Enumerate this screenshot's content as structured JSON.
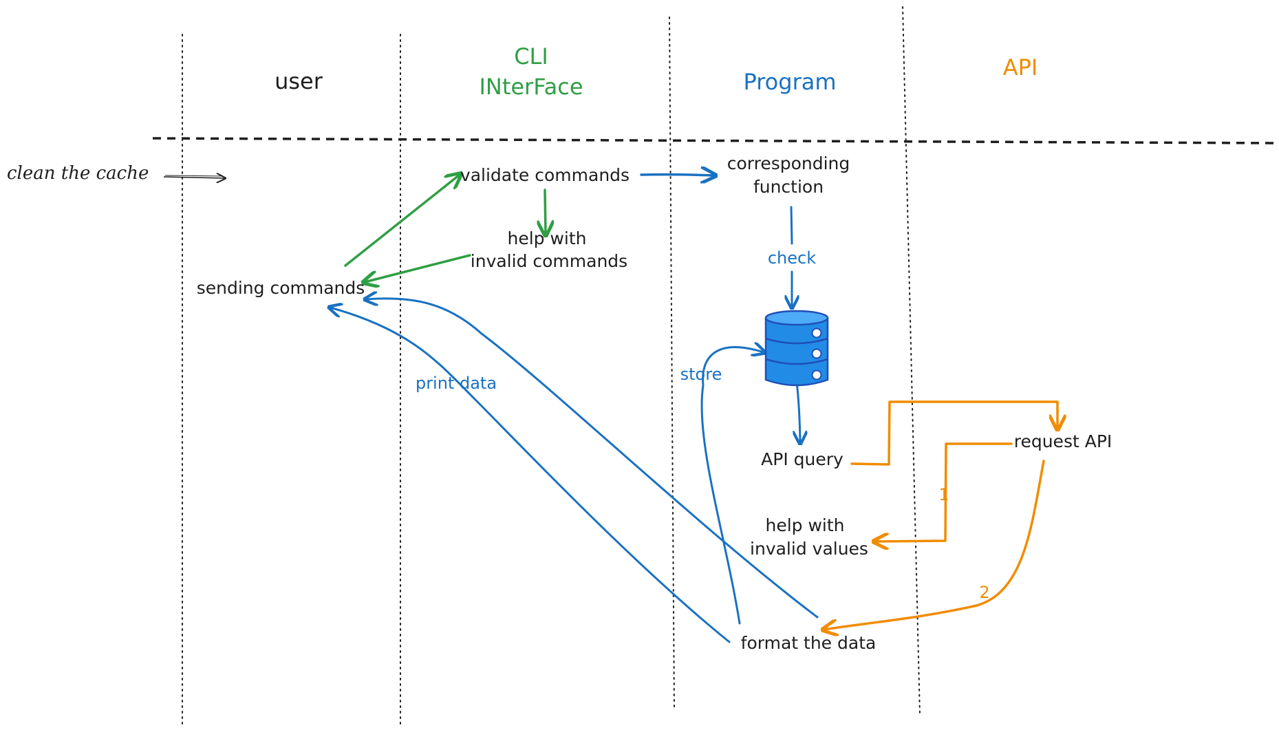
{
  "colors": {
    "black": "#1e1e1e",
    "green": "#2f9e44",
    "blue": "#1971c2",
    "orange": "#f08c00",
    "db_fill": "#228be6",
    "db_stroke": "#1f4fb8"
  },
  "headers": {
    "user": "user",
    "cli_line1": "CLI",
    "cli_line2": "INterFace",
    "program": "Program",
    "api": "API"
  },
  "nodes": {
    "clean_cache": "clean the cache",
    "sending_commands": "sending commands",
    "validate_commands": "validate commands",
    "help_invalid_commands_line1": "help with",
    "help_invalid_commands_line2": "invalid commands",
    "corresponding_function_line1": "corresponding",
    "corresponding_function_line2": "function",
    "api_query": "API query",
    "request_api": "request API",
    "help_invalid_values_line1": "help with",
    "help_invalid_values_line2": "invalid values",
    "format_data": "format the data"
  },
  "edge_labels": {
    "check": "check",
    "store": "store",
    "print_data": "print data",
    "branch_1": "1",
    "branch_2": "2"
  },
  "icons": {
    "database": "database-icon"
  }
}
